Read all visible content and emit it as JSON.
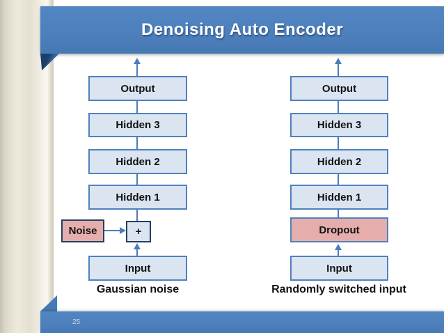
{
  "slide": {
    "title": "Denoising Auto Encoder",
    "page_number": "25"
  },
  "left_diagram": {
    "output": "Output",
    "hidden3": "Hidden 3",
    "hidden2": "Hidden 2",
    "hidden1": "Hidden 1",
    "noise": "Noise",
    "plus": "+",
    "input": "Input",
    "caption": "Gaussian noise"
  },
  "right_diagram": {
    "output": "Output",
    "hidden3": "Hidden 3",
    "hidden2": "Hidden 2",
    "hidden1": "Hidden 1",
    "dropout": "Dropout",
    "input": "Input",
    "caption": "Randomly switched input"
  },
  "colors": {
    "banner_blue": "#4d80bc",
    "box_fill": "#dbe5f1",
    "box_border": "#4f81bd",
    "dark_border": "#243f60",
    "pink_fill": "#e5aeac",
    "connector": "#4a7ebb",
    "sidebar_beige": "#e8e5d8"
  }
}
